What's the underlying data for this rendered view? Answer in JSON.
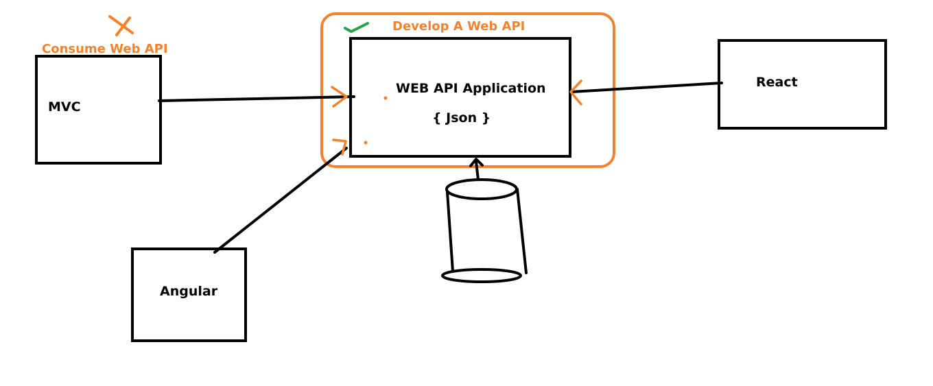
{
  "colors": {
    "ink": "#000000",
    "accent": "#f5822a",
    "check": "#21a548",
    "background": "#ffffff"
  },
  "labels": {
    "consume": "Consume Web API",
    "develop": "Develop A Web API",
    "api_title": "WEB API Application",
    "api_format": "{ Json }",
    "mvc": "MVC",
    "react": "React",
    "angular": "Angular"
  },
  "icons": {
    "consume_mark": "cross-icon",
    "develop_mark": "check-icon",
    "store": "database-icon"
  }
}
